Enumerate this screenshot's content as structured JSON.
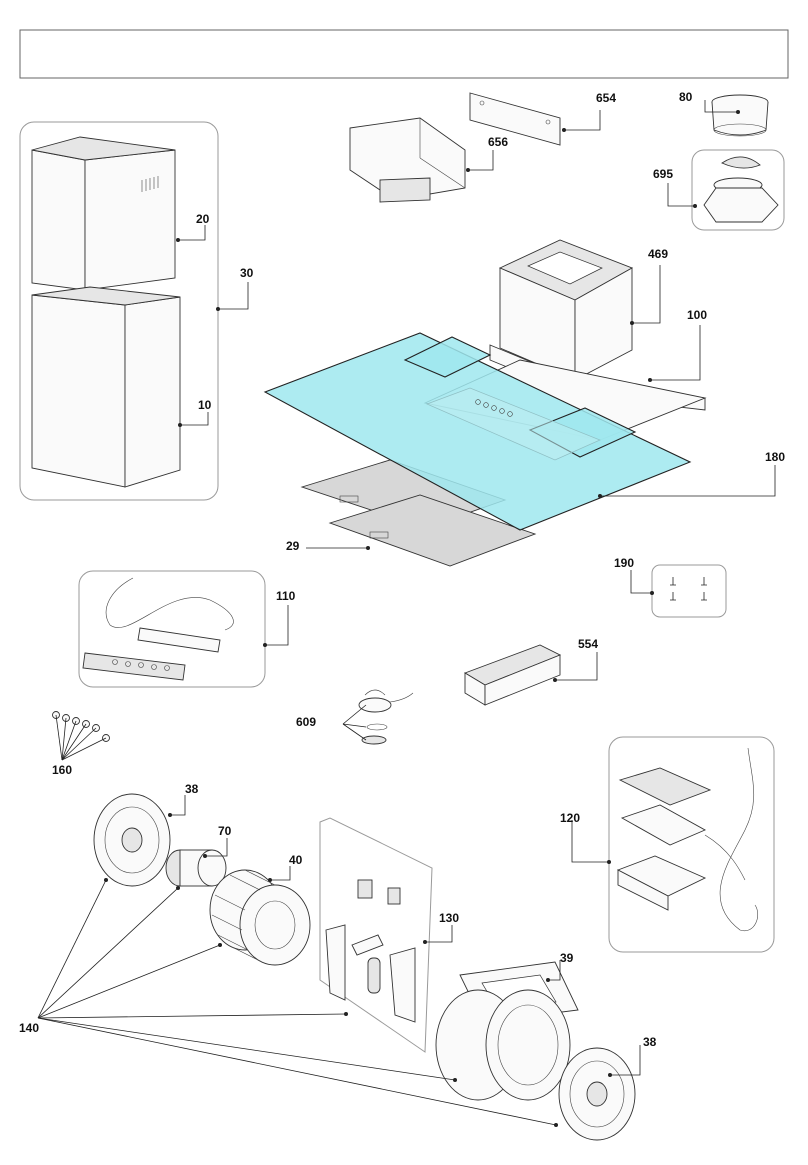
{
  "header": {
    "title": ""
  },
  "labels": {
    "p654": "654",
    "p80": "80",
    "p656": "656",
    "p695": "695",
    "p469": "469",
    "p100": "100",
    "p20": "20",
    "p30": "30",
    "p10": "10",
    "p180": "180",
    "p29": "29",
    "p190": "190",
    "p110": "110",
    "p554": "554",
    "p609": "609",
    "p160": "160",
    "p38a": "38",
    "p70": "70",
    "p40": "40",
    "p120": "120",
    "p130": "130",
    "p39": "39",
    "p38b": "38",
    "p140": "140"
  }
}
